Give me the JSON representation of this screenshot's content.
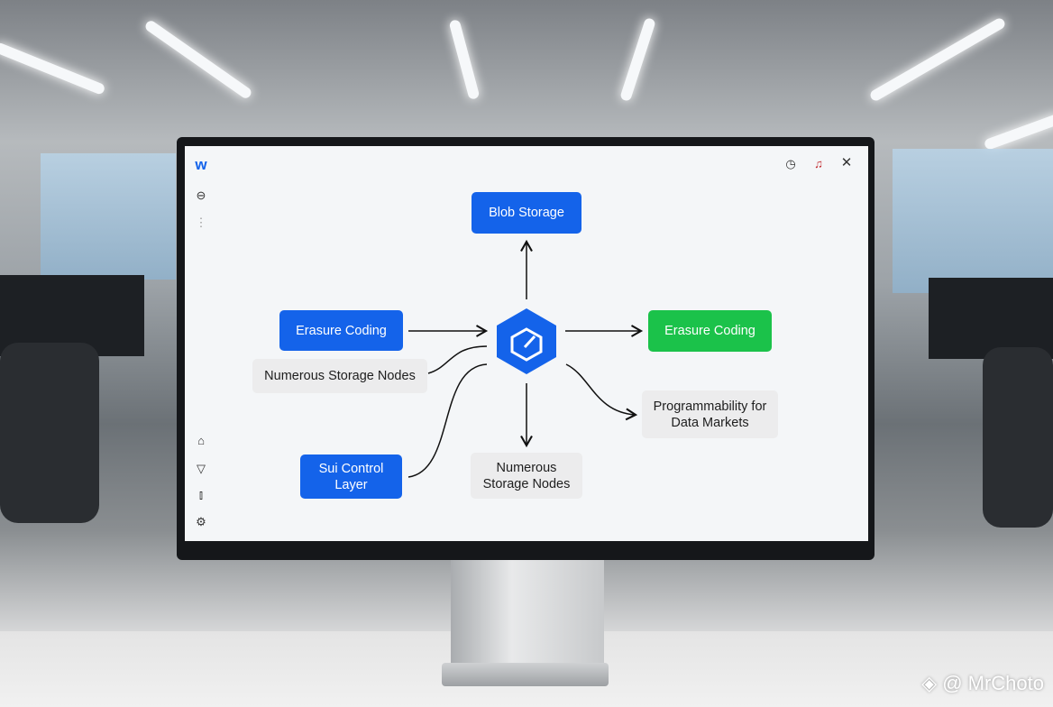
{
  "diagram": {
    "center_icon": "hexagon-logo-icon",
    "nodes": {
      "blob_storage": "Blob Storage",
      "erasure_coding_left": "Erasure Coding",
      "numerous_storage_nodes_left": "Numerous Storage Nodes",
      "erasure_coding_right": "Erasure Coding",
      "programmability_line1": "Programmability for",
      "programmability_line2": "Data Markets",
      "sui_control_line1": "Sui Control",
      "sui_control_line2": "Layer",
      "numerous_bottom_line1": "Numerous",
      "numerous_bottom_line2": "Storage Nodes"
    }
  },
  "sidebar": {
    "icons": [
      "logo-icon",
      "minus-circle-icon",
      "more-vertical-icon",
      "home-icon",
      "shield-icon",
      "chart-icon",
      "settings-icon"
    ]
  },
  "toolbar": {
    "icons": [
      "history-icon",
      "bell-icon",
      "close-icon"
    ]
  },
  "watermark": "@ MrChoto",
  "colors": {
    "blue": "#1463ea",
    "green": "#1bc24a",
    "grey": "#ececed"
  }
}
